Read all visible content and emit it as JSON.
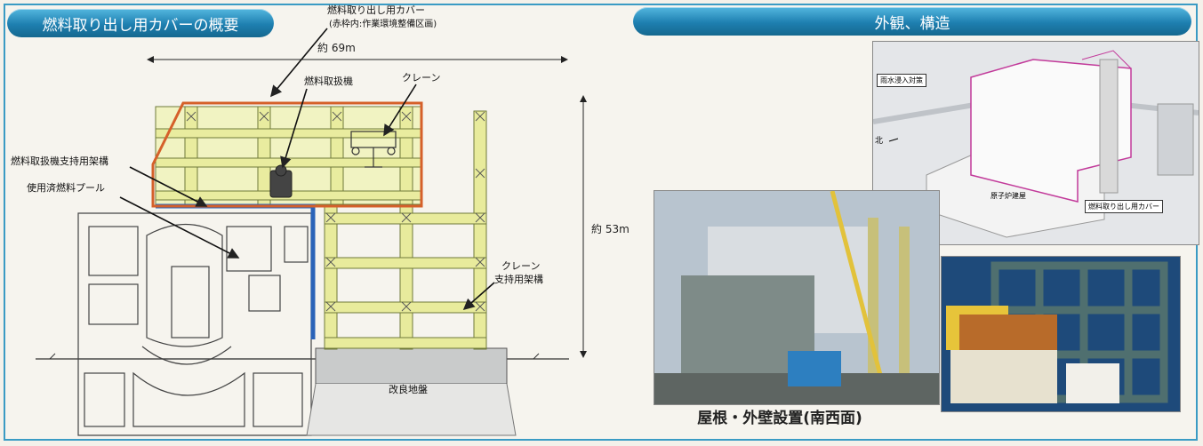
{
  "left_panel": {
    "title": "燃料取り出し用カバーの概要",
    "labels": {
      "cover": "燃料取り出し用カバー",
      "cover_note": "(赤枠内:作業環境整備区画)",
      "width": "約 69m",
      "fuel_handler": "燃料取扱機",
      "crane": "クレーン",
      "fh_frame": "燃料取扱機支持用架構",
      "pool": "使用済燃料プール",
      "height": "約 53m",
      "crane_frame_1": "クレーン",
      "crane_frame_2": "支持用架構",
      "ground": "改良地盤"
    }
  },
  "right_panel": {
    "title": "外観、構造",
    "photo_labels": {
      "rain": "雨水浸入対策",
      "north": "北",
      "reactor": "原子炉建屋",
      "cover": "燃料取り出し用カバー"
    },
    "caption": "屋根・外壁設置(南西面)"
  }
}
